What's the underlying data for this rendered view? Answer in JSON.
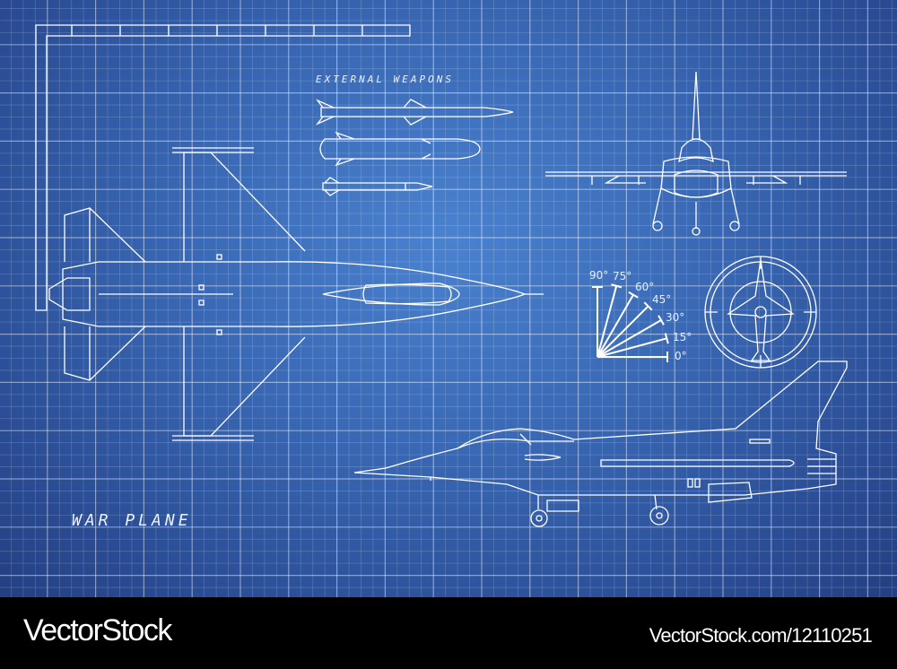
{
  "labels": {
    "weapons_title": "EXTERNAL WEAPONS",
    "plane_title": "WAR PLANE"
  },
  "angle_scale": [
    "0°",
    "15°",
    "30°",
    "45°",
    "60°",
    "75°",
    "90°"
  ],
  "footer": {
    "logo": "VectorStock",
    "reference": "VectorStock.com/12110251"
  },
  "colors": {
    "background": "#3a69b5",
    "lines": "#ffffff",
    "footer": "#000000"
  }
}
